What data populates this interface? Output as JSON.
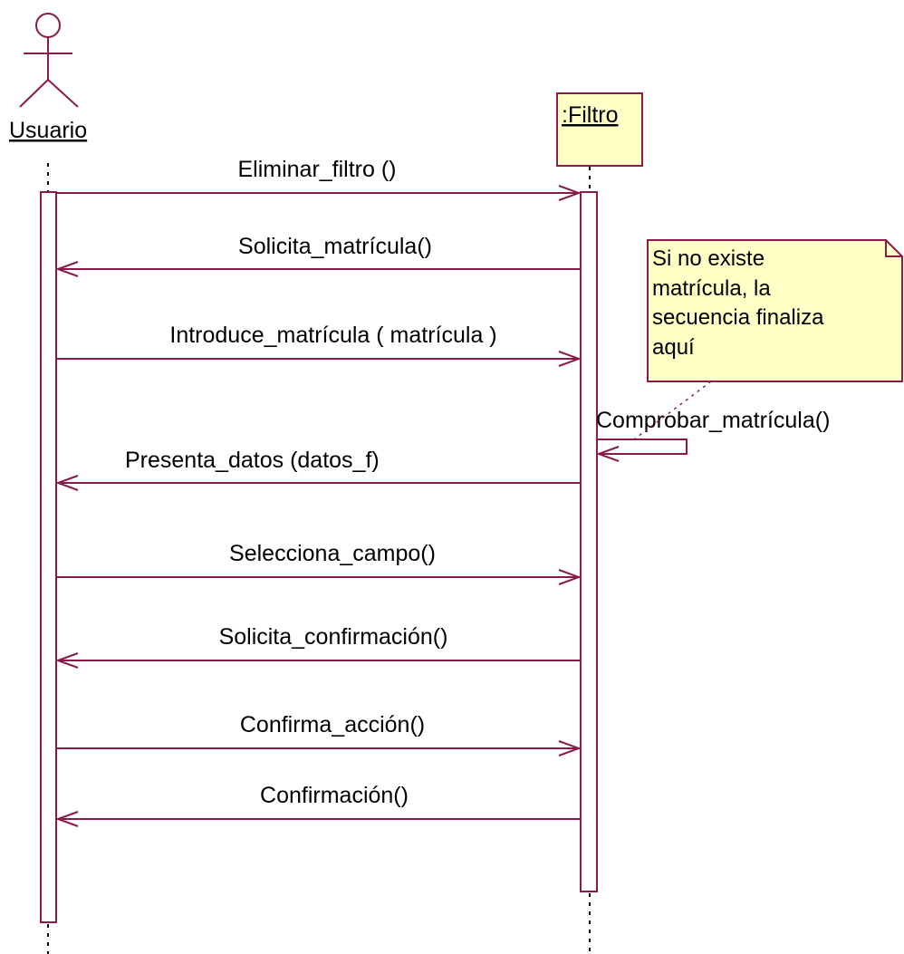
{
  "participants": {
    "actor": {
      "name": "Usuario",
      "icon": "stick-figure-actor-icon"
    },
    "object": {
      "name": ":Filtro"
    }
  },
  "messages": [
    {
      "label": "Eliminar_filtro ()",
      "from": "actor",
      "to": "object"
    },
    {
      "label": "Solicita_matrícula()",
      "from": "object",
      "to": "actor"
    },
    {
      "label": "Introduce_matrícula ( matrícula )",
      "from": "actor",
      "to": "object"
    },
    {
      "label": "Comprobar_matrícula()",
      "from": "object",
      "to": "object"
    },
    {
      "label": "Presenta_datos (datos_f)",
      "from": "object",
      "to": "actor"
    },
    {
      "label": "Selecciona_campo()",
      "from": "actor",
      "to": "object"
    },
    {
      "label": "Solicita_confirmación()",
      "from": "object",
      "to": "actor"
    },
    {
      "label": "Confirma_acción()",
      "from": "actor",
      "to": "object"
    },
    {
      "label": "Confirmación()",
      "from": "object",
      "to": "actor"
    }
  ],
  "note": {
    "lines": [
      "Si no existe",
      "matrícula, la",
      "secuencia finaliza",
      "aquí"
    ]
  },
  "colors": {
    "line": "#8b1a4a",
    "box_fill": "#ffffc6",
    "text": "#000000",
    "background": "#ffffff"
  }
}
